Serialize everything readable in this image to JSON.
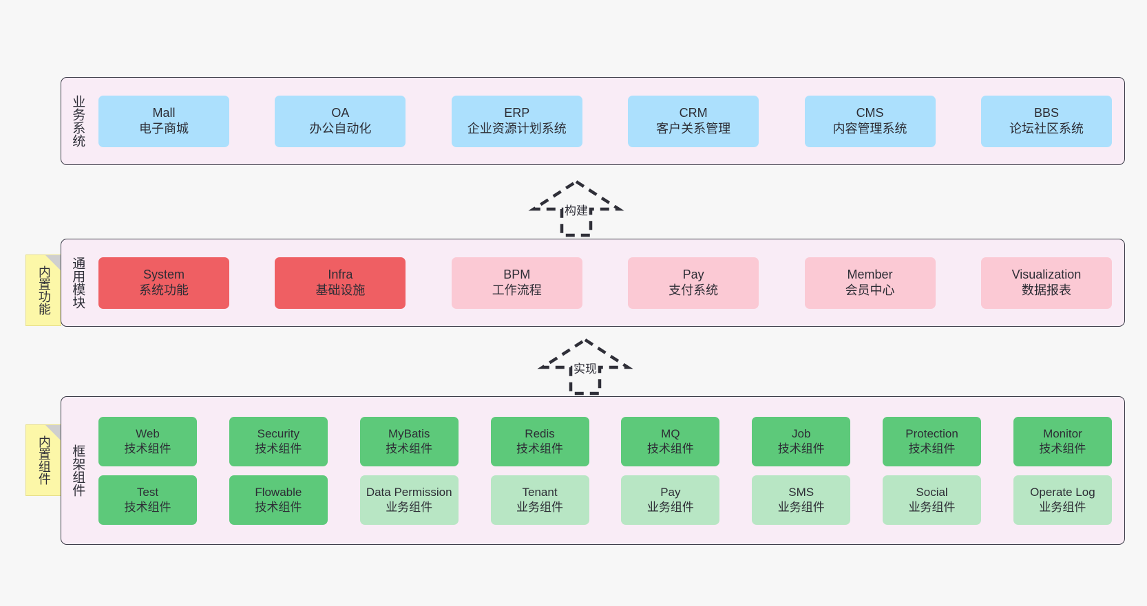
{
  "diagram": {
    "title": "",
    "colors": {
      "panel_background": "#f9ecf6",
      "panel_border": "#3b3b47",
      "business_box": "#ace0fd",
      "module_core": "#ef5f63",
      "module_optional": "#fbc9d4",
      "component_tech": "#5dc97a",
      "component_business": "#b8e6c4",
      "note": "#fcf7a8",
      "canvas": "#f7f7f7"
    }
  },
  "layers": {
    "business": {
      "title": "业务系统",
      "items": [
        {
          "name": "Mall",
          "desc": "电子商城"
        },
        {
          "name": "OA",
          "desc": "办公自动化"
        },
        {
          "name": "ERP",
          "desc": "企业资源计划系统"
        },
        {
          "name": "CRM",
          "desc": "客户关系管理"
        },
        {
          "name": "CMS",
          "desc": "内容管理系统"
        },
        {
          "name": "BBS",
          "desc": "论坛社区系统"
        }
      ]
    },
    "modules": {
      "title": "通用模块",
      "note": "内置功能",
      "items": [
        {
          "name": "System",
          "desc": "系统功能",
          "kind": "core"
        },
        {
          "name": "Infra",
          "desc": "基础设施",
          "kind": "core"
        },
        {
          "name": "BPM",
          "desc": "工作流程",
          "kind": "optional"
        },
        {
          "name": "Pay",
          "desc": "支付系统",
          "kind": "optional"
        },
        {
          "name": "Member",
          "desc": "会员中心",
          "kind": "optional"
        },
        {
          "name": "Visualization",
          "desc": "数据报表",
          "kind": "optional"
        }
      ]
    },
    "framework": {
      "title": "框架组件",
      "note": "内置组件",
      "row1": [
        {
          "name": "Web",
          "desc": "技术组件",
          "kind": "tech"
        },
        {
          "name": "Security",
          "desc": "技术组件",
          "kind": "tech"
        },
        {
          "name": "MyBatis",
          "desc": "技术组件",
          "kind": "tech"
        },
        {
          "name": "Redis",
          "desc": "技术组件",
          "kind": "tech"
        },
        {
          "name": "MQ",
          "desc": "技术组件",
          "kind": "tech"
        },
        {
          "name": "Job",
          "desc": "技术组件",
          "kind": "tech"
        },
        {
          "name": "Protection",
          "desc": "技术组件",
          "kind": "tech"
        },
        {
          "name": "Monitor",
          "desc": "技术组件",
          "kind": "tech"
        }
      ],
      "row2": [
        {
          "name": "Test",
          "desc": "技术组件",
          "kind": "tech"
        },
        {
          "name": "Flowable",
          "desc": "技术组件",
          "kind": "tech"
        },
        {
          "name": "Data Permission",
          "desc": "业务组件",
          "kind": "business"
        },
        {
          "name": "Tenant",
          "desc": "业务组件",
          "kind": "business"
        },
        {
          "name": "Pay",
          "desc": "业务组件",
          "kind": "business"
        },
        {
          "name": "SMS",
          "desc": "业务组件",
          "kind": "business"
        },
        {
          "name": "Social",
          "desc": "业务组件",
          "kind": "business"
        },
        {
          "name": "Operate Log",
          "desc": "业务组件",
          "kind": "business"
        }
      ]
    }
  },
  "connectors": [
    {
      "id": "build",
      "label": "构建",
      "style": "dashed-generalization",
      "direction": "up"
    },
    {
      "id": "implement",
      "label": "实现",
      "style": "dashed-generalization",
      "direction": "up"
    }
  ]
}
